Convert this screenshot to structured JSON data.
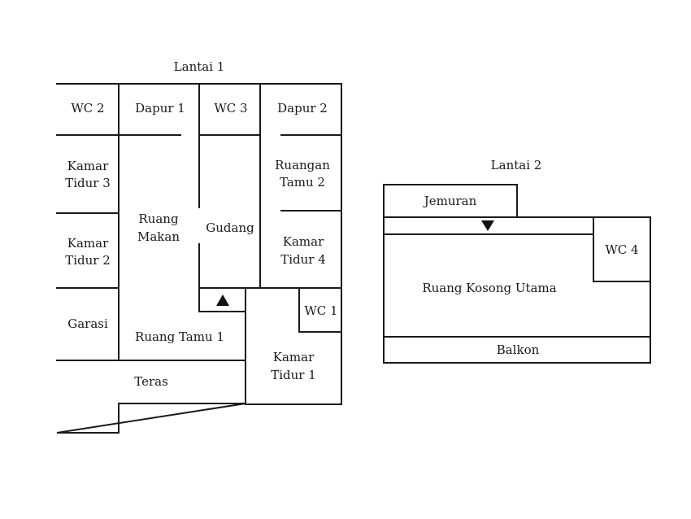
{
  "floors": {
    "lantai1": {
      "title": "Lantai 1",
      "rooms": {
        "wc2": "WC 2",
        "dapur1": "Dapur 1",
        "wc3": "WC 3",
        "dapur2": "Dapur 2",
        "kamar_tidur3": [
          "Kamar",
          "Tidur 3"
        ],
        "ruangan_tamu2": [
          "Ruangan",
          "Tamu 2"
        ],
        "ruang_makan": [
          "Ruang",
          "Makan"
        ],
        "gudang": "Gudang",
        "kamar_tidur2": [
          "Kamar",
          "Tidur 2"
        ],
        "kamar_tidur4": [
          "Kamar",
          "Tidur 4"
        ],
        "wc1": "WC 1",
        "garasi": "Garasi",
        "ruang_tamu1": "Ruang Tamu 1",
        "kamar_tidur1": [
          "Kamar",
          "Tidur 1"
        ],
        "teras": "Teras"
      },
      "stair_direction": "up"
    },
    "lantai2": {
      "title": "Lantai 2",
      "rooms": {
        "jemuran": "Jemuran",
        "wc4": "WC 4",
        "ruang_kosong_utama": "Ruang Kosong Utama",
        "balkon": "Balkon"
      },
      "stair_direction": "down"
    }
  }
}
